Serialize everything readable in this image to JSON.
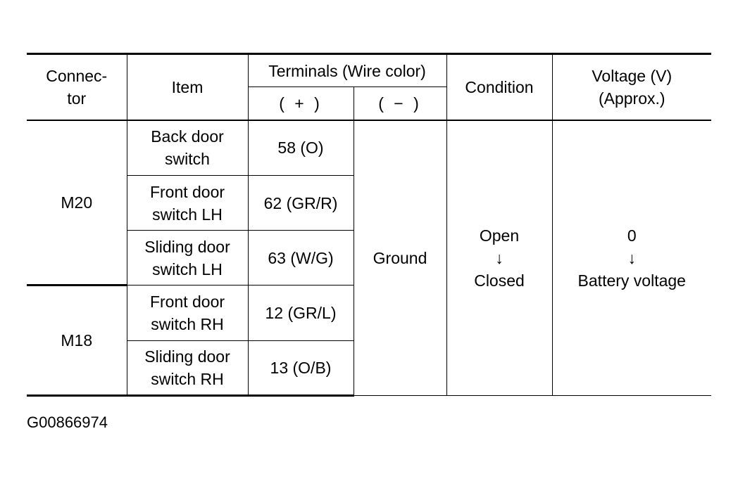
{
  "table": {
    "headers": {
      "connector": "Connec-\ntor",
      "item": "Item",
      "terminals": "Terminals (Wire color)",
      "plus": "( + )",
      "minus": "( − )",
      "condition": "Condition",
      "voltage": "Voltage (V)\n(Approx.)"
    },
    "rows": [
      {
        "item": "Back door\nswitch",
        "terminal": "58 (O)"
      },
      {
        "item": "Front door\nswitch LH",
        "terminal": "62 (GR/R)"
      },
      {
        "item": "Sliding door\nswitch LH",
        "terminal": "63 (W/G)"
      },
      {
        "item": "Front door\nswitch RH",
        "terminal": "12 (GR/L)"
      },
      {
        "item": "Sliding door\nswitch RH",
        "terminal": "13 (O/B)"
      }
    ],
    "connectors": [
      "M20",
      "M18"
    ],
    "negative": "Ground",
    "condition": "Open\n↓\nClosed",
    "voltage": "0\n↓\nBattery voltage"
  },
  "caption": "G00866974"
}
